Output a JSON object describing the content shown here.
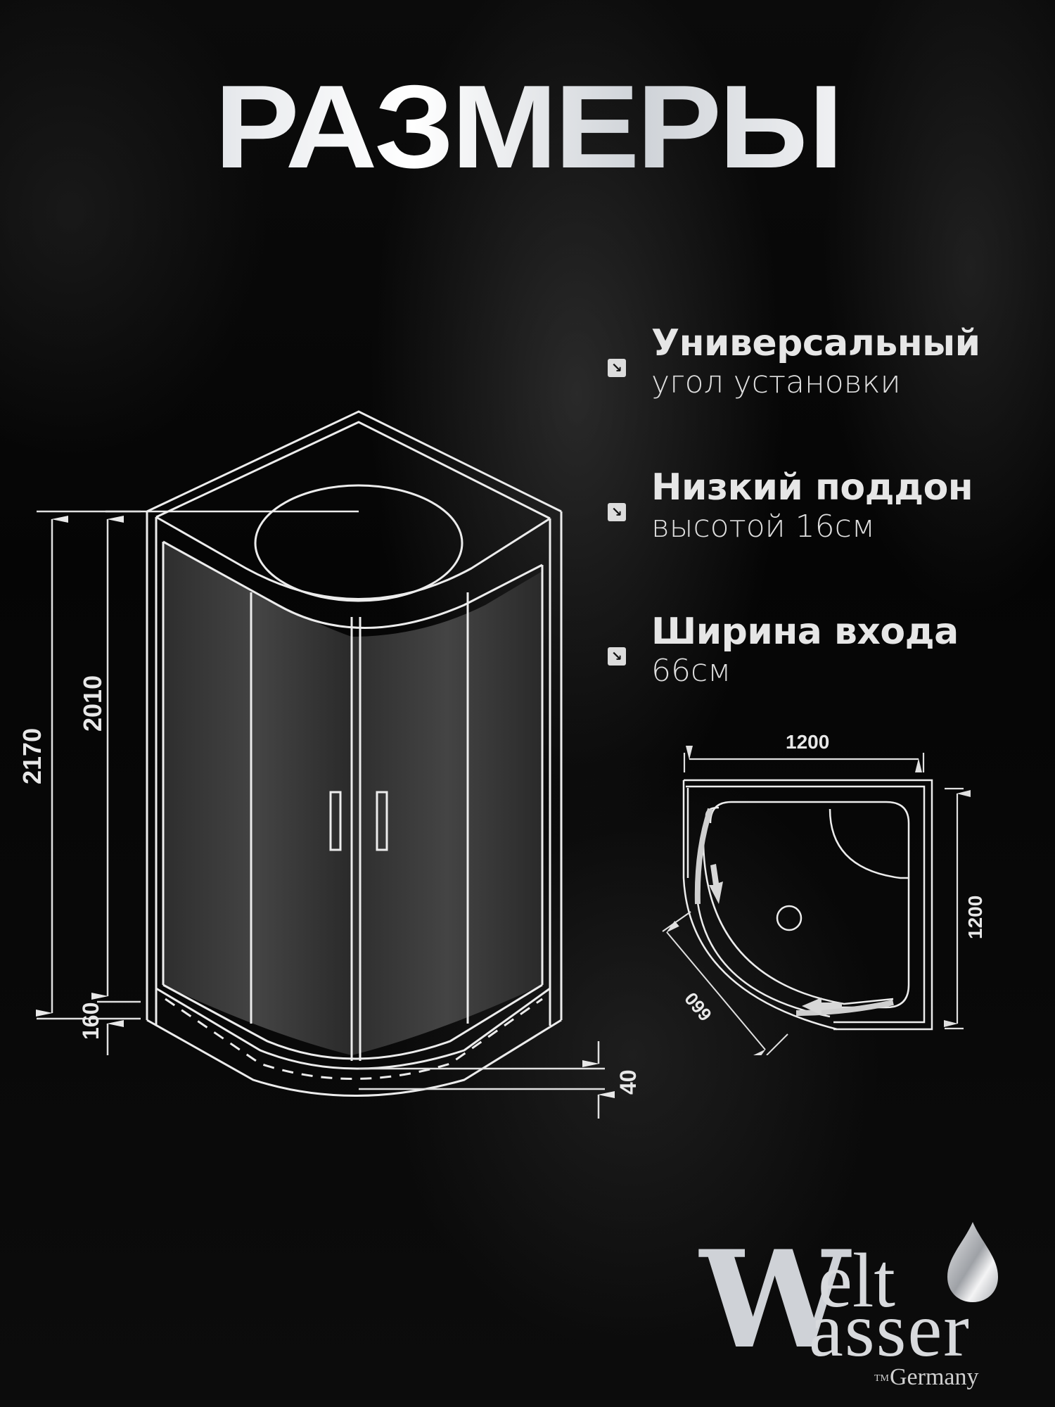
{
  "title": "РАЗМЕРЫ",
  "features": [
    {
      "icon": "arrow-down-right-icon",
      "glyph": "↘",
      "heading": "Универсальный",
      "subtext": "угол установки"
    },
    {
      "icon": "arrow-down-right-icon",
      "glyph": "↘",
      "heading": "Низкий поддон",
      "subtext": "высотой 16см"
    },
    {
      "icon": "arrow-down-right-icon",
      "glyph": "↘",
      "heading": "Ширина входа",
      "subtext": "66см"
    }
  ],
  "elevation_drawing": {
    "dimensions": {
      "total_height": "2170",
      "cabin_height": "2010",
      "tray_height": "160",
      "tray_step": "40"
    }
  },
  "plan_drawing": {
    "dimensions": {
      "width": "1200",
      "depth": "1200",
      "entrance_width": "660"
    }
  },
  "logo": {
    "line1_initial": "W",
    "line1_rest": "elt",
    "line2_rest": "asser",
    "trademark": "TM",
    "country": "Germany",
    "icon": "water-drop-icon"
  },
  "colors": {
    "background": "#060606",
    "line": "#e8e8e8",
    "glass": "#3a3a3a",
    "text": "#e6e6e6",
    "title_silver": "#d8dbdf"
  }
}
